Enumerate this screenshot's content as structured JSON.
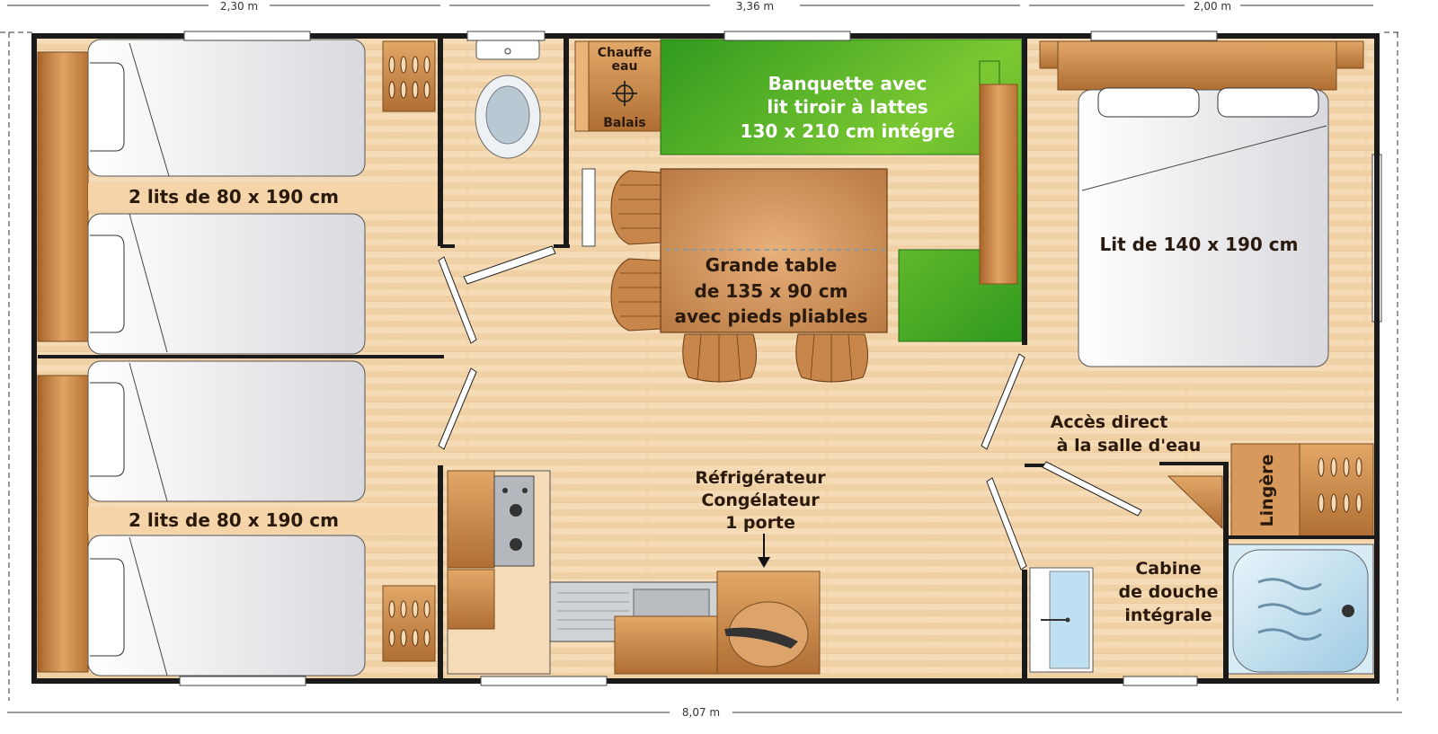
{
  "dimensions": {
    "left": "2,30 m",
    "middle": "3,36 m",
    "right": "2,00 m",
    "total": "8,07 m"
  },
  "rooms": {
    "bedroom1": {
      "label": "2 lits de 80 x 190 cm"
    },
    "bedroom2": {
      "label": "2 lits de 80 x 190 cm"
    },
    "water_heater": {
      "line1": "Chauffe",
      "line2": "eau",
      "line3": "Balais"
    },
    "bench": {
      "line1": "Banquette avec",
      "line2": "lit tiroir à lattes",
      "line3": "130 x 210 cm intégré"
    },
    "table": {
      "line1": "Grande table",
      "line2": "de 135 x 90 cm",
      "line3": "avec pieds pliables"
    },
    "master": {
      "label": "Lit de 140 x 190 cm"
    },
    "access": {
      "line1": "Accès direct",
      "line2": "à la salle d'eau"
    },
    "linen": {
      "label": "Lingère"
    },
    "fridge": {
      "line1": "Réfrigérateur",
      "line2": "Congélateur",
      "line3": "1 porte"
    },
    "shower": {
      "line1": "Cabine",
      "line2": "de douche",
      "line3": "intégrale"
    }
  },
  "colors": {
    "floor": "#f6dcb6",
    "wall": "#1a1a1a",
    "wood": "#c98a4b",
    "bench_green": "#5cb82a",
    "shower_blue": "#bfe0f2"
  }
}
